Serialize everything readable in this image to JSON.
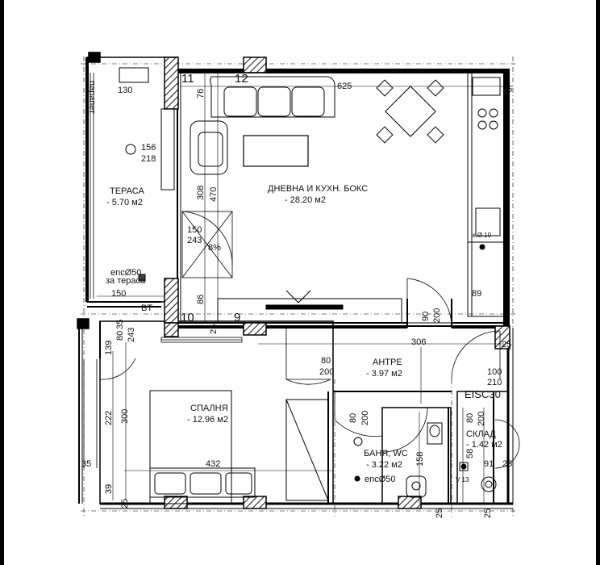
{
  "rooms": {
    "living": {
      "name": "ДНЕВНА И КУХН. БОКС",
      "area": "- 28.20 м2"
    },
    "terrace": {
      "name": "ТЕРАСА",
      "area": "- 5.70 м2"
    },
    "bedroom": {
      "name": "СПАЛНЯ",
      "area": "- 12.96 м2"
    },
    "hall": {
      "name": "АНТРЕ",
      "area": "- 3.97 м2"
    },
    "bath": {
      "name": "БАНЯ, WC",
      "area": "- 3.22 м2"
    },
    "storage": {
      "name": "СКЛАД",
      "area": "- 1.42 м2"
    }
  },
  "axes": [
    "11",
    "12",
    "10",
    "9"
  ],
  "labels": {
    "parapet": "парапет",
    "drain_terrace_1": "encØ50",
    "drain_terrace_2": "за тераса",
    "drain_bath": "encØ50",
    "ventilation": "EISC30",
    "bt": "BT",
    "slope": "8%",
    "kitchen_vent": "к.Ø.10",
    "v13": "V 13"
  },
  "dimensions": {
    "d130": "130",
    "d625": "625",
    "d25a": "25",
    "d76": "76",
    "d156": "156",
    "d218": "218",
    "d308": "308",
    "d470": "470",
    "d150a": "150",
    "d243a": "243",
    "d150b": "150",
    "d89": "89",
    "d86": "86",
    "d25b": "25",
    "d90": "90",
    "d200a": "200",
    "d306": "306",
    "d25c": "25",
    "d80a": "80",
    "d200b": "200",
    "d100": "100",
    "d210": "210",
    "d139": "139",
    "d80b": "80",
    "d35a": "35",
    "d243b": "243",
    "d222": "222",
    "d300": "300",
    "d80c": "80",
    "d200c": "200",
    "d158": "158",
    "d80d": "80",
    "d200d": "200",
    "d58": "58",
    "d91": "91",
    "d25d": "25",
    "d35b": "35",
    "d432": "432",
    "d39": "39",
    "d25e": "25",
    "d25f": "25",
    "d25g": "25"
  },
  "colors": {
    "line": "#000000",
    "hatch": "#444444",
    "background": "#ffffff"
  }
}
